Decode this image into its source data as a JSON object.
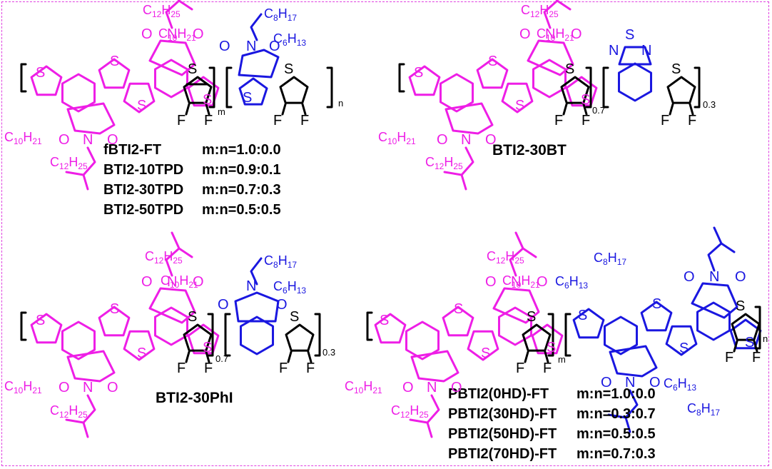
{
  "colors": {
    "pink": "#ee1ee6",
    "blue": "#1a17e0",
    "black": "#000000",
    "frame": "#e040e0"
  },
  "panels": [
    {
      "id": "tpd",
      "acceptor_label": "",
      "sidechains": {
        "top_a": "C12H25",
        "top_b": "C10H21",
        "bottom_a": "C10H21",
        "bottom_b": "C12H25",
        "blue_a": "C8H17",
        "blue_b": "C6H13"
      },
      "subscripts": {
        "m": "m",
        "n": "n"
      },
      "rows": [
        {
          "name": "fBTI2-FT",
          "ratio": "m:n=1.0:0.0"
        },
        {
          "name": "BTI2-10TPD",
          "ratio": "m:n=0.9:0.1"
        },
        {
          "name": "BTI2-30TPD",
          "ratio": "m:n=0.7:0.3"
        },
        {
          "name": "BTI2-50TPD",
          "ratio": "m:n=0.5:0.5"
        }
      ]
    },
    {
      "id": "bt",
      "name": "BTI2-30BT",
      "sidechains": {
        "top_a": "C12H25",
        "top_b": "C10H21",
        "bottom_a": "C10H21",
        "bottom_b": "C12H25"
      },
      "subscripts": {
        "a": "0.7",
        "b": "0.3"
      }
    },
    {
      "id": "phi",
      "name": "BTI2-30PhI",
      "sidechains": {
        "top_a": "C12H25",
        "top_b": "C10H21",
        "bottom_a": "C10H21",
        "bottom_b": "C12H25",
        "blue_a": "C8H17",
        "blue_b": "C6H13"
      },
      "subscripts": {
        "a": "0.7",
        "b": "0.3"
      }
    },
    {
      "id": "pbti",
      "sidechains": {
        "top_a": "C12H25",
        "top_b": "C10H21",
        "bottom_a": "C10H21",
        "bottom_b": "C12H25",
        "blue_a": "C8H17",
        "blue_b": "C6H13",
        "blue_c": "C6H13",
        "blue_d": "C8H17"
      },
      "subscripts": {
        "m": "m",
        "n": "n"
      },
      "rows": [
        {
          "name": "PBTI2(0HD)-FT",
          "ratio": "m:n=1.0:0.0"
        },
        {
          "name": "PBTI2(30HD)-FT",
          "ratio": "m:n=0.3:0.7"
        },
        {
          "name": "PBTI2(50HD)-FT",
          "ratio": "m:n=0.5:0.5"
        },
        {
          "name": "PBTI2(70HD)-FT",
          "ratio": "m:n=0.7:0.3"
        }
      ]
    }
  ],
  "atoms": {
    "S": "S",
    "N": "N",
    "O": "O",
    "F": "F"
  }
}
